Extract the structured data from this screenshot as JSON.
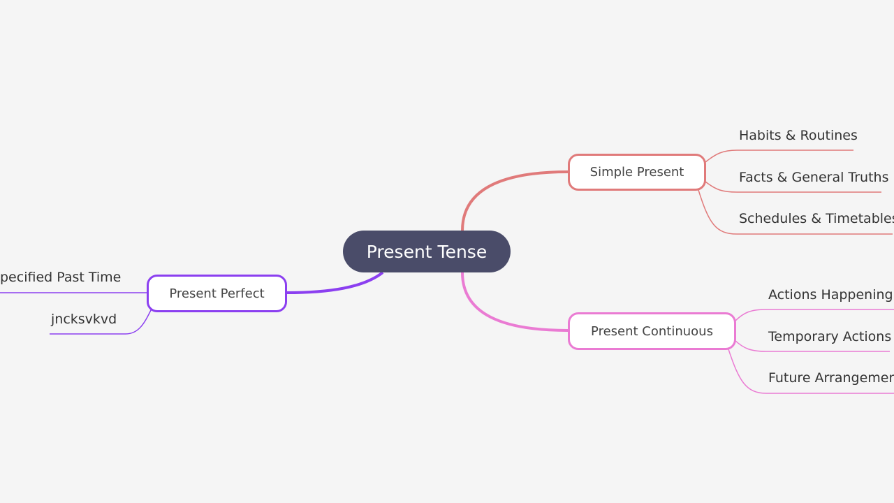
{
  "colors": {
    "root": "#4a4c69",
    "simple_present": "#e07a7a",
    "present_continuous": "#ea7bd3",
    "present_perfect": "#8b3ff0",
    "background": "#f5f5f5"
  },
  "root": {
    "label": "Present Tense"
  },
  "branches": {
    "simple_present": {
      "label": "Simple Present",
      "children": [
        "Habits & Routines",
        "Facts & General Truths",
        "Schedules & Timetables"
      ]
    },
    "present_continuous": {
      "label": "Present Continuous",
      "children": [
        "Actions Happening",
        "Temporary Actions",
        "Future Arrangement"
      ]
    },
    "present_perfect": {
      "label": "Present Perfect",
      "children": [
        "pecified Past Time",
        "jncksvkvd"
      ]
    }
  }
}
